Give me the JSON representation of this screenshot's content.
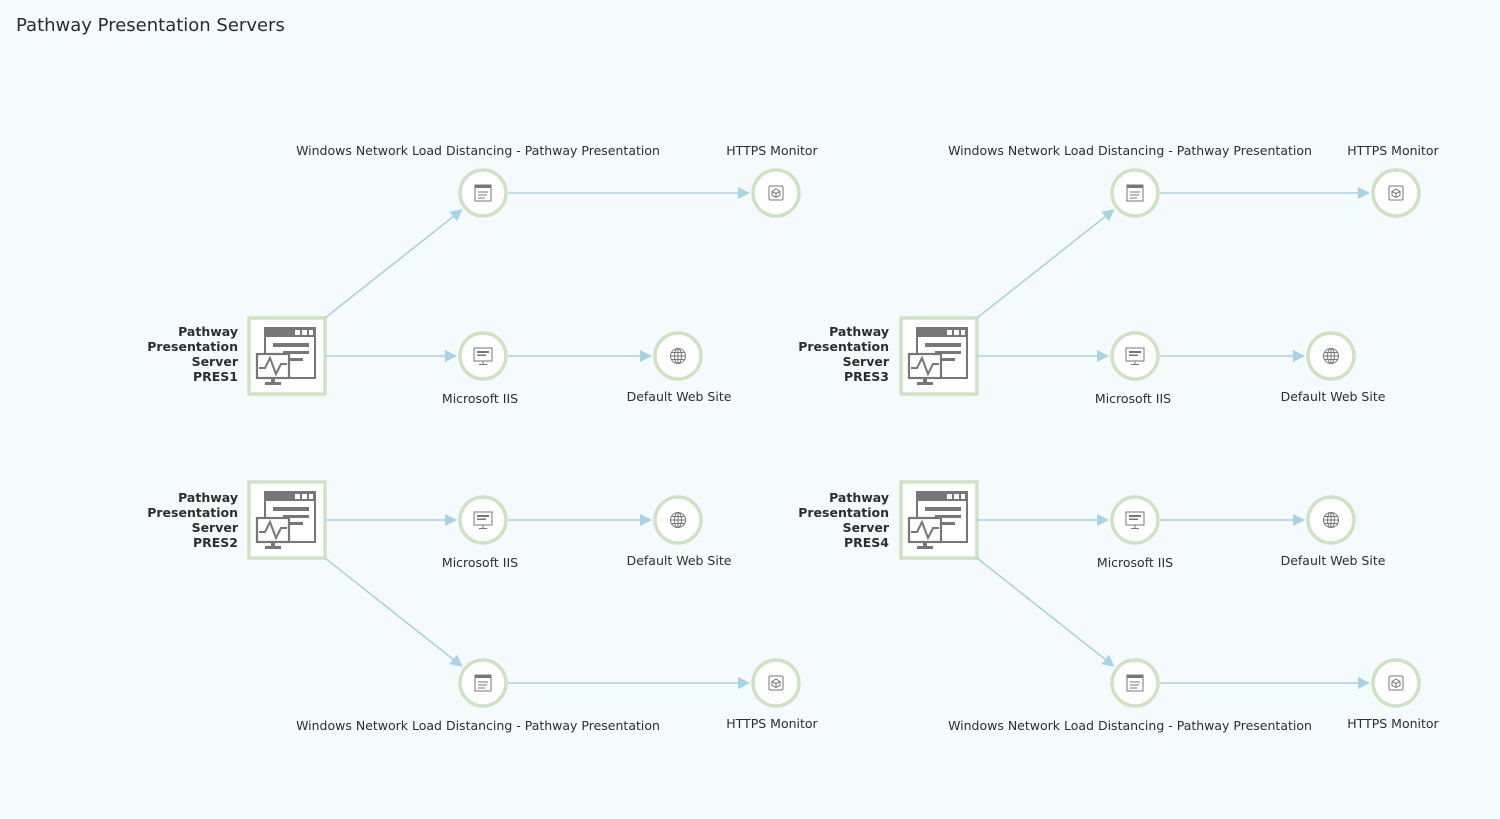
{
  "title": "Pathway Presentation Servers",
  "colors": {
    "background": "#f5fafc",
    "node_ring": "#cfe3c4",
    "edge": "#a8d3e4",
    "icon": "#777777"
  },
  "groups": [
    {
      "server": {
        "lines": [
          "Pathway",
          "Presentation",
          "Server",
          "PRES1"
        ],
        "icon": "server-monitor-icon"
      },
      "branches": [
        {
          "id": "nlb",
          "label": "Windows Network Load Distancing - Pathway Presentation",
          "icon": "nlb-icon",
          "child": {
            "label": "HTTPS Monitor",
            "icon": "https-monitor-icon"
          }
        },
        {
          "id": "iis",
          "label": "Microsoft IIS",
          "icon": "iis-icon",
          "child": {
            "label": "Default Web Site",
            "icon": "globe-icon"
          }
        }
      ]
    },
    {
      "server": {
        "lines": [
          "Pathway",
          "Presentation",
          "Server",
          "PRES3"
        ],
        "icon": "server-monitor-icon"
      },
      "branches": [
        {
          "id": "nlb",
          "label": "Windows Network Load Distancing - Pathway Presentation",
          "icon": "nlb-icon",
          "child": {
            "label": "HTTPS Monitor",
            "icon": "https-monitor-icon"
          }
        },
        {
          "id": "iis",
          "label": "Microsoft IIS",
          "icon": "iis-icon",
          "child": {
            "label": "Default Web Site",
            "icon": "globe-icon"
          }
        }
      ]
    },
    {
      "server": {
        "lines": [
          "Pathway",
          "Presentation",
          "Server",
          "PRES2"
        ],
        "icon": "server-monitor-icon"
      },
      "branches": [
        {
          "id": "iis",
          "label": "Microsoft IIS",
          "icon": "iis-icon",
          "child": {
            "label": "Default Web Site",
            "icon": "globe-icon"
          }
        },
        {
          "id": "nlb",
          "label": "Windows Network Load Distancing - Pathway Presentation",
          "icon": "nlb-icon",
          "child": {
            "label": "HTTPS Monitor",
            "icon": "https-monitor-icon"
          }
        }
      ]
    },
    {
      "server": {
        "lines": [
          "Pathway",
          "Presentation",
          "Server",
          "PRES4"
        ],
        "icon": "server-monitor-icon"
      },
      "branches": [
        {
          "id": "iis",
          "label": "Microsoft IIS",
          "icon": "iis-icon",
          "child": {
            "label": "Default Web Site",
            "icon": "globe-icon"
          }
        },
        {
          "id": "nlb",
          "label": "Windows Network Load Distancing - Pathway Presentation",
          "icon": "nlb-icon",
          "child": {
            "label": "HTTPS Monitor",
            "icon": "https-monitor-icon"
          }
        }
      ]
    }
  ]
}
